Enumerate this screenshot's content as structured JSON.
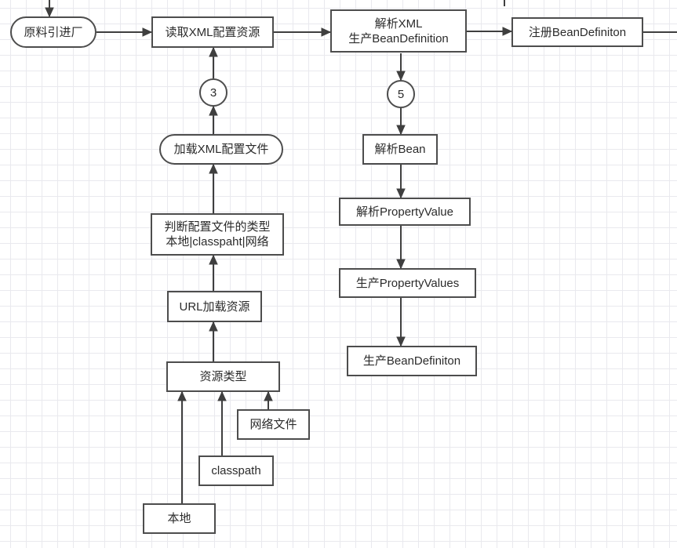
{
  "diagram": {
    "title": "XML Bean loading flowchart",
    "colors": {
      "stroke": "#4d4d4d",
      "edge": "#3f3f3f",
      "text": "#2b2b2b",
      "grid": "#e9e9ee",
      "background": "#ffffff"
    },
    "nodes": {
      "raw_material_plant": {
        "label": "原料引进厂",
        "shape": "stadium"
      },
      "read_xml_config": {
        "label": "读取XML配置资源",
        "shape": "rect"
      },
      "parse_xml_produce_beandefinition": {
        "label": "解析XML\n生产BeanDefinition",
        "shape": "rect"
      },
      "register_beandefiniton": {
        "label": "注册BeanDefiniton",
        "shape": "rect"
      },
      "step_3": {
        "label": "3",
        "shape": "circle"
      },
      "step_5": {
        "label": "5",
        "shape": "circle"
      },
      "parse_bean": {
        "label": "解析Bean",
        "shape": "rect"
      },
      "parse_propertyvalue": {
        "label": "解析PropertyValue",
        "shape": "rect"
      },
      "produce_propertyvalues": {
        "label": "生产PropertyValues",
        "shape": "rect"
      },
      "produce_beandefiniton": {
        "label": "生产BeanDefiniton",
        "shape": "rect"
      },
      "load_xml_config_file": {
        "label": "加载XML配置文件",
        "shape": "stadium"
      },
      "judge_config_file_type": {
        "label": "判断配置文件的类型\n本地|classpaht|网络",
        "shape": "rect"
      },
      "url_load_resource": {
        "label": "URL加载资源",
        "shape": "rect"
      },
      "resource_type": {
        "label": "资源类型",
        "shape": "rect"
      },
      "network_file": {
        "label": "网络文件",
        "shape": "rect"
      },
      "classpath": {
        "label": "classpath",
        "shape": "rect"
      },
      "local": {
        "label": "本地",
        "shape": "rect"
      }
    }
  }
}
